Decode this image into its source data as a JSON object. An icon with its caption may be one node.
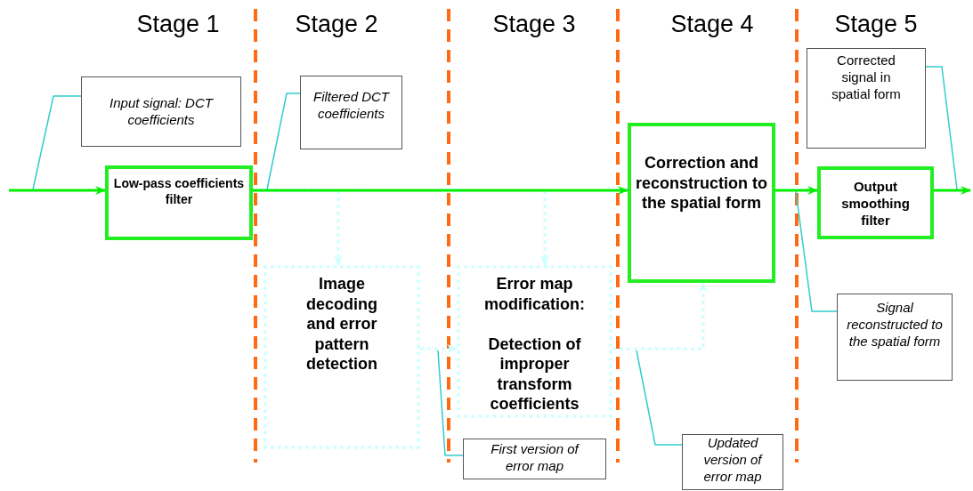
{
  "diagram": {
    "nodes": [
      {
        "text": [
          "Input signal: DCT coefficients"
        ]
      },
      {
        "text": [
          "Low-pass coefficients filter"
        ]
      },
      {
        "text": [
          "Filtered DCT coefficients"
        ]
      },
      {
        "text": [
          "Image decoding and error pattern detection"
        ]
      },
      {
        "text": [
          "Error map modification:",
          "Detection of improper transform coefficients"
        ]
      },
      {
        "text": [
          "Correction and reconstruction to the spatial form"
        ]
      },
      {
        "text": [
          "Corrected signal in spatial form"
        ]
      },
      {
        "text": [
          "Output smoothing filter"
        ]
      },
      {
        "text": [
          "Signal reconstructed to the spatial form"
        ]
      },
      {
        "text": [
          "First version of error map"
        ]
      },
      {
        "text": [
          "Updated version of error map"
        ]
      }
    ],
    "edges": [
      {
        "from": null,
        "to": 1,
        "arrow": "to",
        "color": "#00ee00"
      },
      {
        "from": 1,
        "to": 5,
        "arrow": "to",
        "color": "#00ee00"
      },
      {
        "from": 5,
        "to": 7,
        "arrow": "to",
        "color": "#00ee00"
      },
      {
        "from": 7,
        "to": null,
        "arrow": "to",
        "color": "#00ee00"
      },
      {
        "from": 1,
        "to": 3,
        "arrow": "to",
        "style": "dashed",
        "color": "#ccffff"
      },
      {
        "from": 1,
        "to": 4,
        "arrow": "to",
        "style": "dashed",
        "color": "#ccffff"
      },
      {
        "from": 3,
        "to": 4,
        "arrow": "to",
        "style": "dashed",
        "color": "#ccffff"
      },
      {
        "from": 4,
        "to": 5,
        "arrow": "to",
        "style": "dashed",
        "color": "#ccffff"
      },
      {
        "from": 0,
        "to": null,
        "arrow": "none"
      },
      {
        "from": 2,
        "to": null,
        "arrow": "none"
      },
      {
        "from": 9,
        "to": null,
        "arrow": "none"
      },
      {
        "from": 10,
        "to": null,
        "arrow": "none"
      },
      {
        "from": 8,
        "to": null,
        "arrow": "none"
      },
      {
        "from": 6,
        "to": null,
        "arrow": "none"
      }
    ],
    "labels": [
      "Stage 1",
      "Stage 2",
      "Stage 3",
      "Stage 4",
      "Stage 5"
    ]
  }
}
